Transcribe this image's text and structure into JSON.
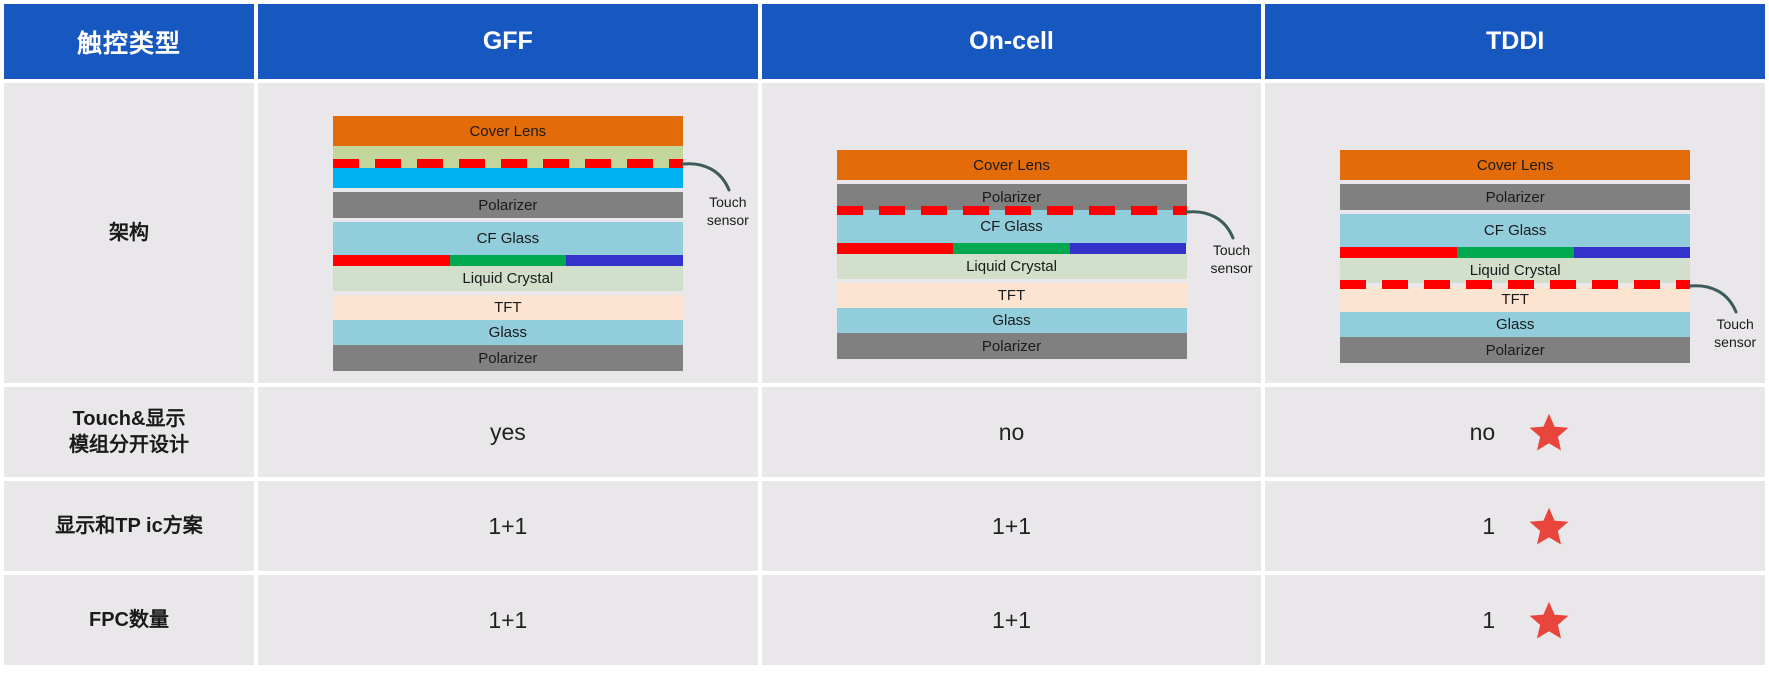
{
  "table": {
    "header": {
      "row_label": "触控类型",
      "columns": [
        "GFF",
        "On-cell",
        "TDDI"
      ],
      "bg_color": "#1757C0",
      "text_color": "#ffffff"
    },
    "rows": [
      {
        "label": "架构",
        "type": "diagram",
        "cells": [
          "gff-stack",
          "on-cell-stack",
          "tddi-stack"
        ]
      },
      {
        "label_line1": "Touch&显示",
        "label_line2": "模组分开设计",
        "type": "value",
        "values": [
          "yes",
          "no",
          "no"
        ],
        "star": [
          false,
          false,
          true
        ]
      },
      {
        "label": "显示和TP ic方案",
        "type": "value",
        "values": [
          "1+1",
          "1+1",
          "1"
        ],
        "star": [
          false,
          false,
          true
        ]
      },
      {
        "label": "FPC数量",
        "type": "value",
        "values": [
          "1+1",
          "1+1",
          "1"
        ],
        "star": [
          false,
          false,
          true
        ]
      }
    ]
  },
  "stacks": {
    "gff": {
      "name": "GFF",
      "layers": [
        {
          "label": "Cover Lens",
          "color": "#E36C09"
        },
        {
          "label": "",
          "color": "#C3D69B"
        },
        {
          "label": "",
          "color": "#00B0F0"
        },
        {
          "label": "Polarizer",
          "color": "#808080"
        },
        {
          "label": "CF Glass",
          "color": "#92CDDC"
        },
        {
          "label": "",
          "color": "rgb-filter"
        },
        {
          "label": "Liquid Crystal",
          "color": "#D2DFCB"
        },
        {
          "label": "TFT",
          "color": "#FCE4D1"
        },
        {
          "label": "Glass",
          "color": "#92CDDC"
        },
        {
          "label": "Polarizer",
          "color": "#808080"
        }
      ],
      "touch_sensor_label_line1": "Touch",
      "touch_sensor_label_line2": "sensor",
      "sensor_position": "between cover lens and polarizer"
    },
    "oncell": {
      "name": "On-cell",
      "layers": [
        {
          "label": "Cover Lens",
          "color": "#E36C09"
        },
        {
          "label": "Polarizer",
          "color": "#808080"
        },
        {
          "label": "CF Glass",
          "color": "#92CDDC"
        },
        {
          "label": "",
          "color": "rgb-filter"
        },
        {
          "label": "Liquid Crystal",
          "color": "#D2DFCB"
        },
        {
          "label": "TFT",
          "color": "#FCE4D1"
        },
        {
          "label": "Glass",
          "color": "#92CDDC"
        },
        {
          "label": "Polarizer",
          "color": "#808080"
        }
      ],
      "touch_sensor_label_line1": "Touch",
      "touch_sensor_label_line2": "sensor",
      "sensor_position": "between polarizer and CF glass"
    },
    "tddi": {
      "name": "TDDI",
      "layers": [
        {
          "label": "Cover Lens",
          "color": "#E36C09"
        },
        {
          "label": "Polarizer",
          "color": "#808080"
        },
        {
          "label": "CF Glass",
          "color": "#92CDDC"
        },
        {
          "label": "",
          "color": "rgb-filter"
        },
        {
          "label": "Liquid Crystal",
          "color": "#D2DFCB"
        },
        {
          "label": "TFT",
          "color": "#FCE4D1"
        },
        {
          "label": "Glass",
          "color": "#92CDDC"
        },
        {
          "label": "Polarizer",
          "color": "#808080"
        }
      ],
      "touch_sensor_label_line1": "Touch",
      "touch_sensor_label_line2": "sensor",
      "sensor_position": "between liquid crystal and TFT"
    }
  },
  "colors": {
    "header_blue": "#1757C0",
    "cell_bg": "#E9E7EA",
    "cover_lens": "#E36C09",
    "polarizer": "#808080",
    "cf_glass": "#92CDDC",
    "liquid_crystal": "#D2DFCB",
    "tft": "#FCE4D1",
    "touch_sensor_red": "#FF0000",
    "ito_green": "#C3D69B",
    "ito_cyan": "#00B0F0",
    "star_red": "#E8453C"
  }
}
